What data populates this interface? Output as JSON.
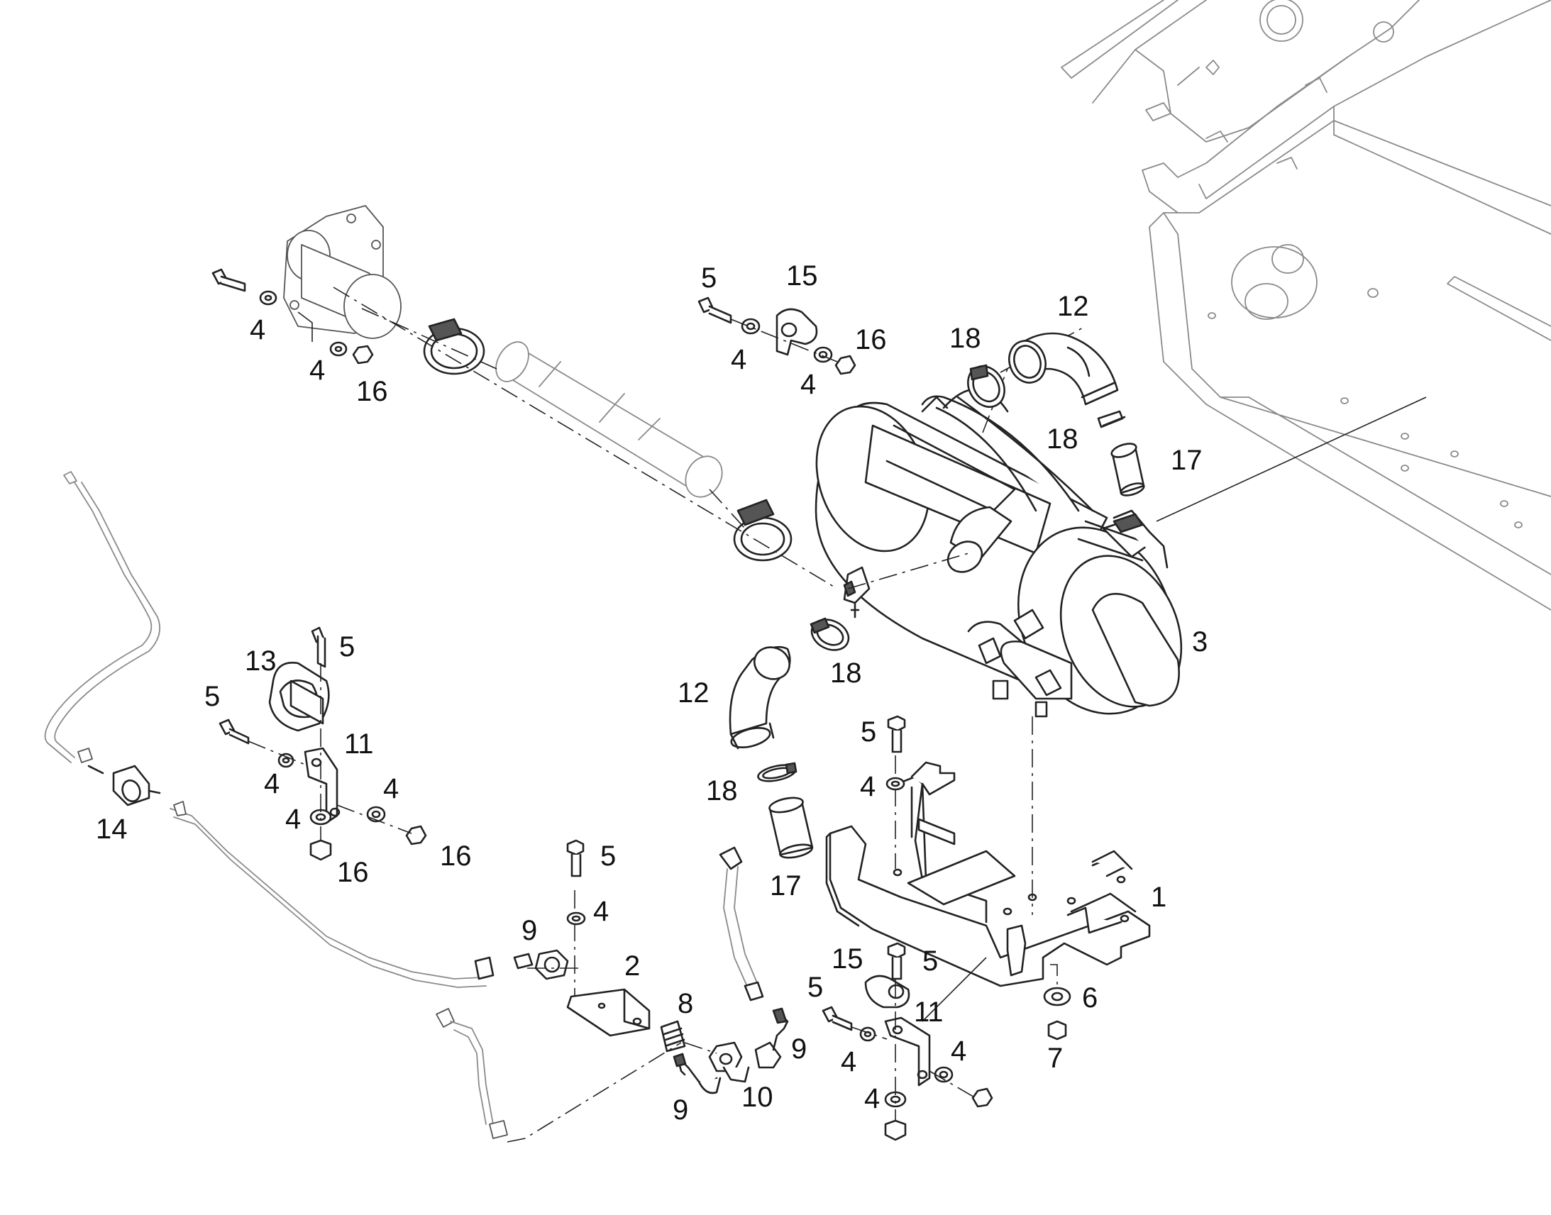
{
  "callouts": [
    {
      "id": "c1",
      "text": "1"
    },
    {
      "id": "c2",
      "text": "2"
    },
    {
      "id": "c3",
      "text": "3"
    },
    {
      "id": "c4a",
      "text": "4"
    },
    {
      "id": "c4b",
      "text": "4"
    },
    {
      "id": "c4c",
      "text": "4"
    },
    {
      "id": "c4d",
      "text": "4"
    },
    {
      "id": "c4e",
      "text": "4"
    },
    {
      "id": "c4f",
      "text": "4"
    },
    {
      "id": "c4g",
      "text": "4"
    },
    {
      "id": "c4h",
      "text": "4"
    },
    {
      "id": "c4i",
      "text": "4"
    },
    {
      "id": "c4j",
      "text": "4"
    },
    {
      "id": "c4k",
      "text": "4"
    },
    {
      "id": "c4l",
      "text": "4"
    },
    {
      "id": "c5a",
      "text": "5"
    },
    {
      "id": "c5b",
      "text": "5"
    },
    {
      "id": "c5c",
      "text": "5"
    },
    {
      "id": "c5d",
      "text": "5"
    },
    {
      "id": "c5e",
      "text": "5"
    },
    {
      "id": "c5f",
      "text": "5"
    },
    {
      "id": "c5g",
      "text": "5"
    },
    {
      "id": "c6",
      "text": "6"
    },
    {
      "id": "c7",
      "text": "7"
    },
    {
      "id": "c8",
      "text": "8"
    },
    {
      "id": "c9a",
      "text": "9"
    },
    {
      "id": "c9b",
      "text": "9"
    },
    {
      "id": "c9c",
      "text": "9"
    },
    {
      "id": "c10",
      "text": "10"
    },
    {
      "id": "c11a",
      "text": "11"
    },
    {
      "id": "c11b",
      "text": "11"
    },
    {
      "id": "c12a",
      "text": "12"
    },
    {
      "id": "c12b",
      "text": "12"
    },
    {
      "id": "c13",
      "text": "13"
    },
    {
      "id": "c14",
      "text": "14"
    },
    {
      "id": "c15a",
      "text": "15"
    },
    {
      "id": "c15b",
      "text": "15"
    },
    {
      "id": "c16a",
      "text": "16"
    },
    {
      "id": "c16b",
      "text": "16"
    },
    {
      "id": "c16c",
      "text": "16"
    },
    {
      "id": "c16d",
      "text": "16"
    },
    {
      "id": "c17a",
      "text": "17"
    },
    {
      "id": "c17b",
      "text": "17"
    },
    {
      "id": "c18a",
      "text": "18"
    },
    {
      "id": "c18b",
      "text": "18"
    },
    {
      "id": "c18c",
      "text": "18"
    },
    {
      "id": "c18d",
      "text": "18"
    }
  ]
}
